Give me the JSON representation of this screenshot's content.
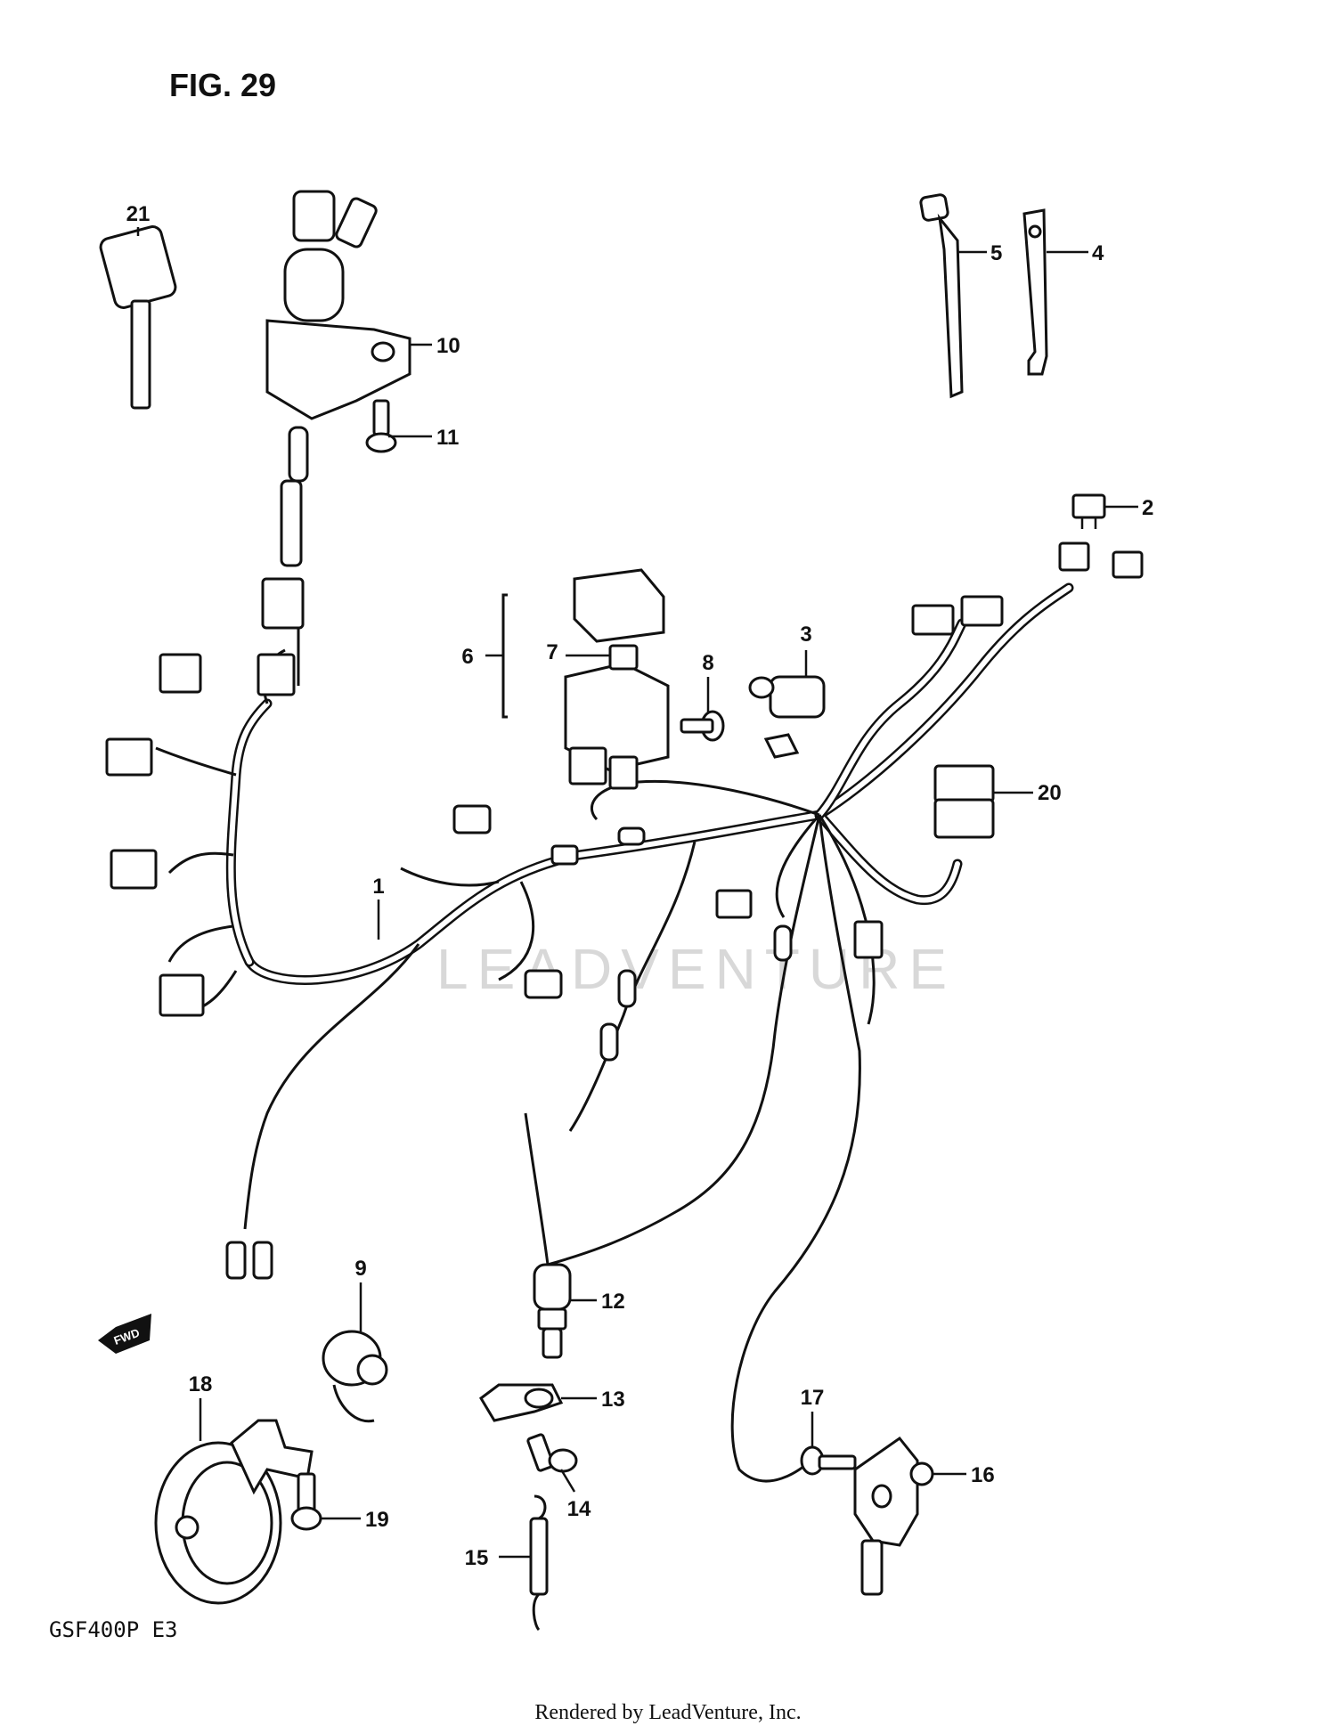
{
  "figure": {
    "title": "FIG. 29",
    "model": "GSF400P  E3",
    "credit": "Rendered by LeadVenture, Inc.",
    "watermark": "LEADVENTURE",
    "direction_tag": "FWD"
  },
  "callouts": {
    "c1": "1",
    "c2": "2",
    "c3": "3",
    "c4": "4",
    "c5": "5",
    "c6": "6",
    "c7": "7",
    "c8": "8",
    "c9": "9",
    "c10": "10",
    "c11": "11",
    "c12": "12",
    "c13": "13",
    "c14": "14",
    "c15": "15",
    "c16": "16",
    "c17": "17",
    "c18": "18",
    "c19": "19",
    "c20": "20",
    "c21": "21"
  }
}
